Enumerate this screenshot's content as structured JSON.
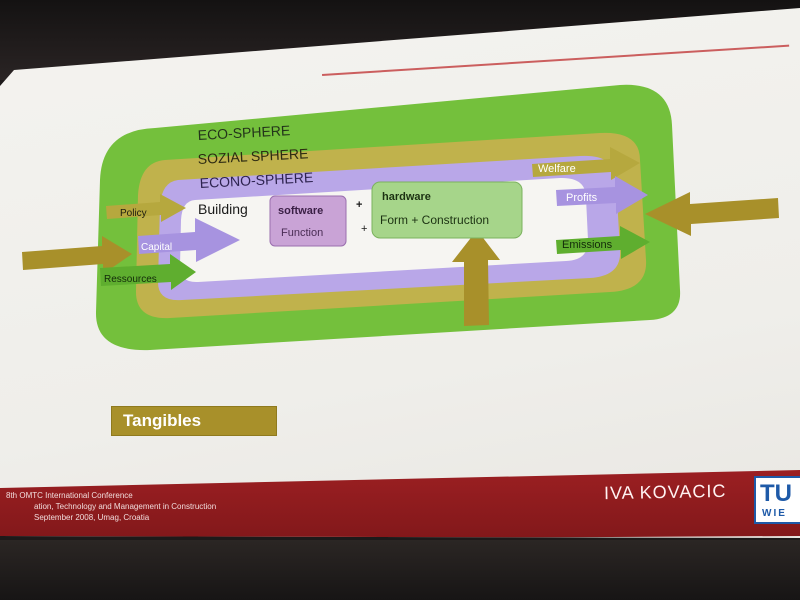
{
  "slide": {
    "title": "Evaluation: Tangibles and Intangibles",
    "badge": "Tangibles",
    "conference_lines": [
      "8th OMTC International Conference",
      "ation, Technology and Management in Construction",
      "September 2008, Umag, Croatia"
    ],
    "author": "IVA KOVACIC",
    "logo": {
      "main": "TU",
      "sub": "WIE"
    }
  },
  "diagram": {
    "spheres": {
      "eco": "ECO-SPHERE",
      "sozial": "SOZIAL SPHERE",
      "econo": "ECONO-SPHERE"
    },
    "inputs": {
      "policy": "Policy",
      "capital": "Capital",
      "ressources": "Ressources"
    },
    "center": {
      "building": "Building",
      "software": "software",
      "function": "Function",
      "plus1": "+",
      "plus2": "+",
      "hardware": "hardware",
      "form_construction": "Form + Construction"
    },
    "outputs": {
      "welfare": "Welfare",
      "profits": "Profits",
      "emissions": "Emissions"
    },
    "colors": {
      "eco": "#6fbe3a",
      "sozial": "#b9b44a",
      "econo": "#b7a4e6",
      "arrow": "#a8902a",
      "software_box": "#c9a3d6",
      "hardware_box": "#a6d58a",
      "title": "#b3262f",
      "footer": "#8e1b1e"
    }
  }
}
